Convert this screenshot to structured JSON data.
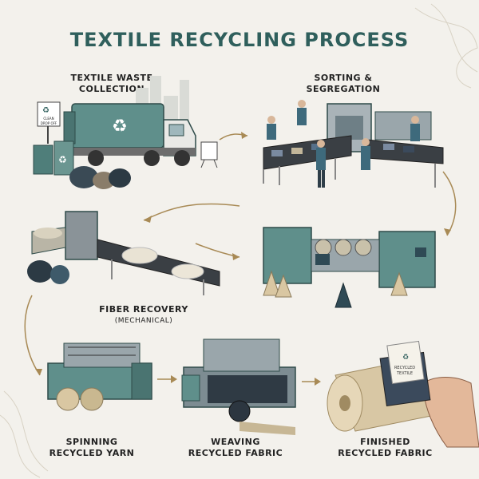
{
  "title": "TEXTILE RECYCLING PROCESS",
  "steps": {
    "collection": {
      "line1": "TEXTILE WASTE",
      "line2": "COLLECTION"
    },
    "sorting": {
      "line1": "SORTING &",
      "line2": "SEGREGATION"
    },
    "fiber": {
      "line1": "FIBER RECOVERY",
      "line2": "(MECHANICAL)"
    },
    "spinning": {
      "line1": "SPINNING",
      "line2": "RECYCLED YARN"
    },
    "weaving": {
      "line1": "WEAVING",
      "line2": "RECYCLED FABRIC"
    },
    "finished": {
      "line1": "FINISHED",
      "line2": "RECYCLED FABRIC"
    }
  },
  "tag_text": {
    "line1": "RECYCLED",
    "line2": "TEXTILE"
  },
  "sign_text": {
    "line1": "CLEAN",
    "line2": "DROP OFF"
  },
  "colors": {
    "accent": "#2f5f5c",
    "machine": "#5f8f8b",
    "arrow": "#a88a55",
    "bg": "#f3f1ec"
  }
}
